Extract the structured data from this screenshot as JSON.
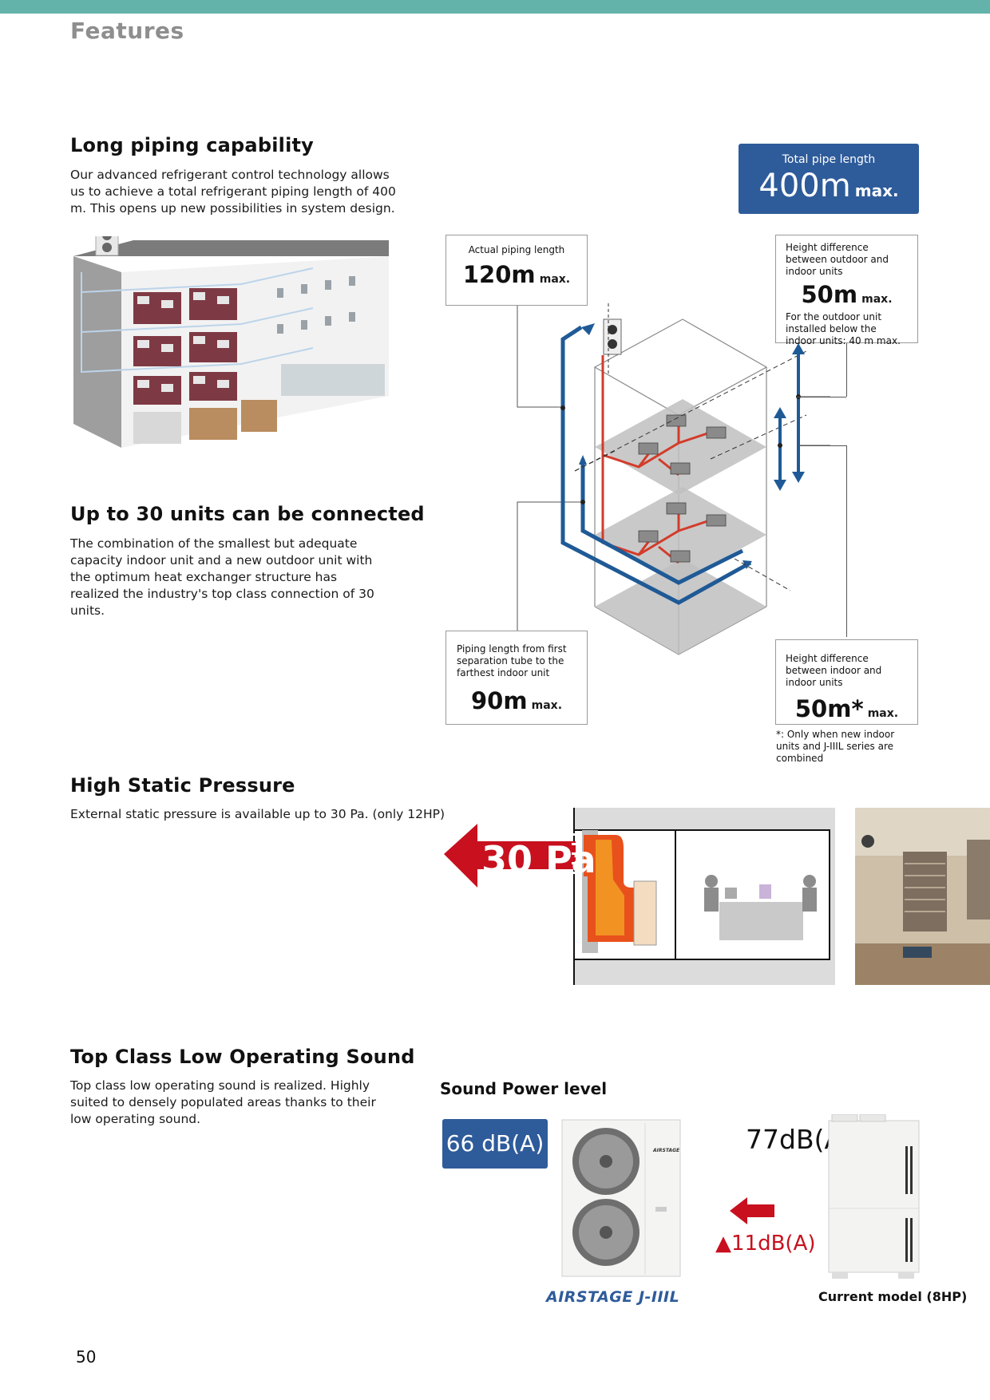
{
  "page": {
    "section_title": "Features",
    "page_number": "50"
  },
  "colors": {
    "teal_bar": "#63b3aa",
    "blue": "#2e5b9a",
    "pipe_blue": "#1f5a96",
    "pipe_red": "#d43b2a",
    "arrow_red": "#c8101e"
  },
  "long_piping": {
    "heading": "Long piping capability",
    "body": "Our advanced refrigerant control technology allows us to achieve a total refrigerant piping length of 400 m. This opens up new possibilities in system design."
  },
  "up_to_30": {
    "heading": "Up to 30 units can be connected",
    "body": "The combination of the smallest but adequate capacity indoor unit and a new outdoor unit with the optimum heat exchanger structure has realized the industry's top class connection of 30 units."
  },
  "diagram": {
    "total": {
      "label": "Total pipe length",
      "value": "400m",
      "suffix": "max."
    },
    "actual": {
      "label": "Actual piping length",
      "value": "120m",
      "suffix": "max."
    },
    "height_out": {
      "label": "Height difference between outdoor and indoor units",
      "value": "50m",
      "suffix": "max.",
      "note": "For the outdoor unit installed below the indoor units: 40 m max."
    },
    "first_sep": {
      "label": "Piping length from first separation tube to the farthest indoor unit",
      "value": "90m",
      "suffix": "max."
    },
    "height_in": {
      "label": "Height difference between indoor and indoor units",
      "value": "50m*",
      "suffix": "max."
    },
    "footnote": "*: Only when new indoor units and J-IIIL series are combined"
  },
  "static_pressure": {
    "heading": "High Static Pressure",
    "body": "External static pressure is available up to 30 Pa. (only 12HP)",
    "arrow_label": "30 Pa"
  },
  "low_sound": {
    "heading": "Top Class Low Operating Sound",
    "body": "Top class low operating sound is realized. Highly suited to densely populated areas thanks to their low operating sound.",
    "chart_title": "Sound Power level",
    "new_value": "66 dB(A)",
    "old_value": "77dB(A)",
    "difference": "▲11dB(A)",
    "new_brand": "AIRSTAGE J-IIIL",
    "old_caption": "Current model (8HP)",
    "unit_badge": "AIRSTAGE"
  }
}
